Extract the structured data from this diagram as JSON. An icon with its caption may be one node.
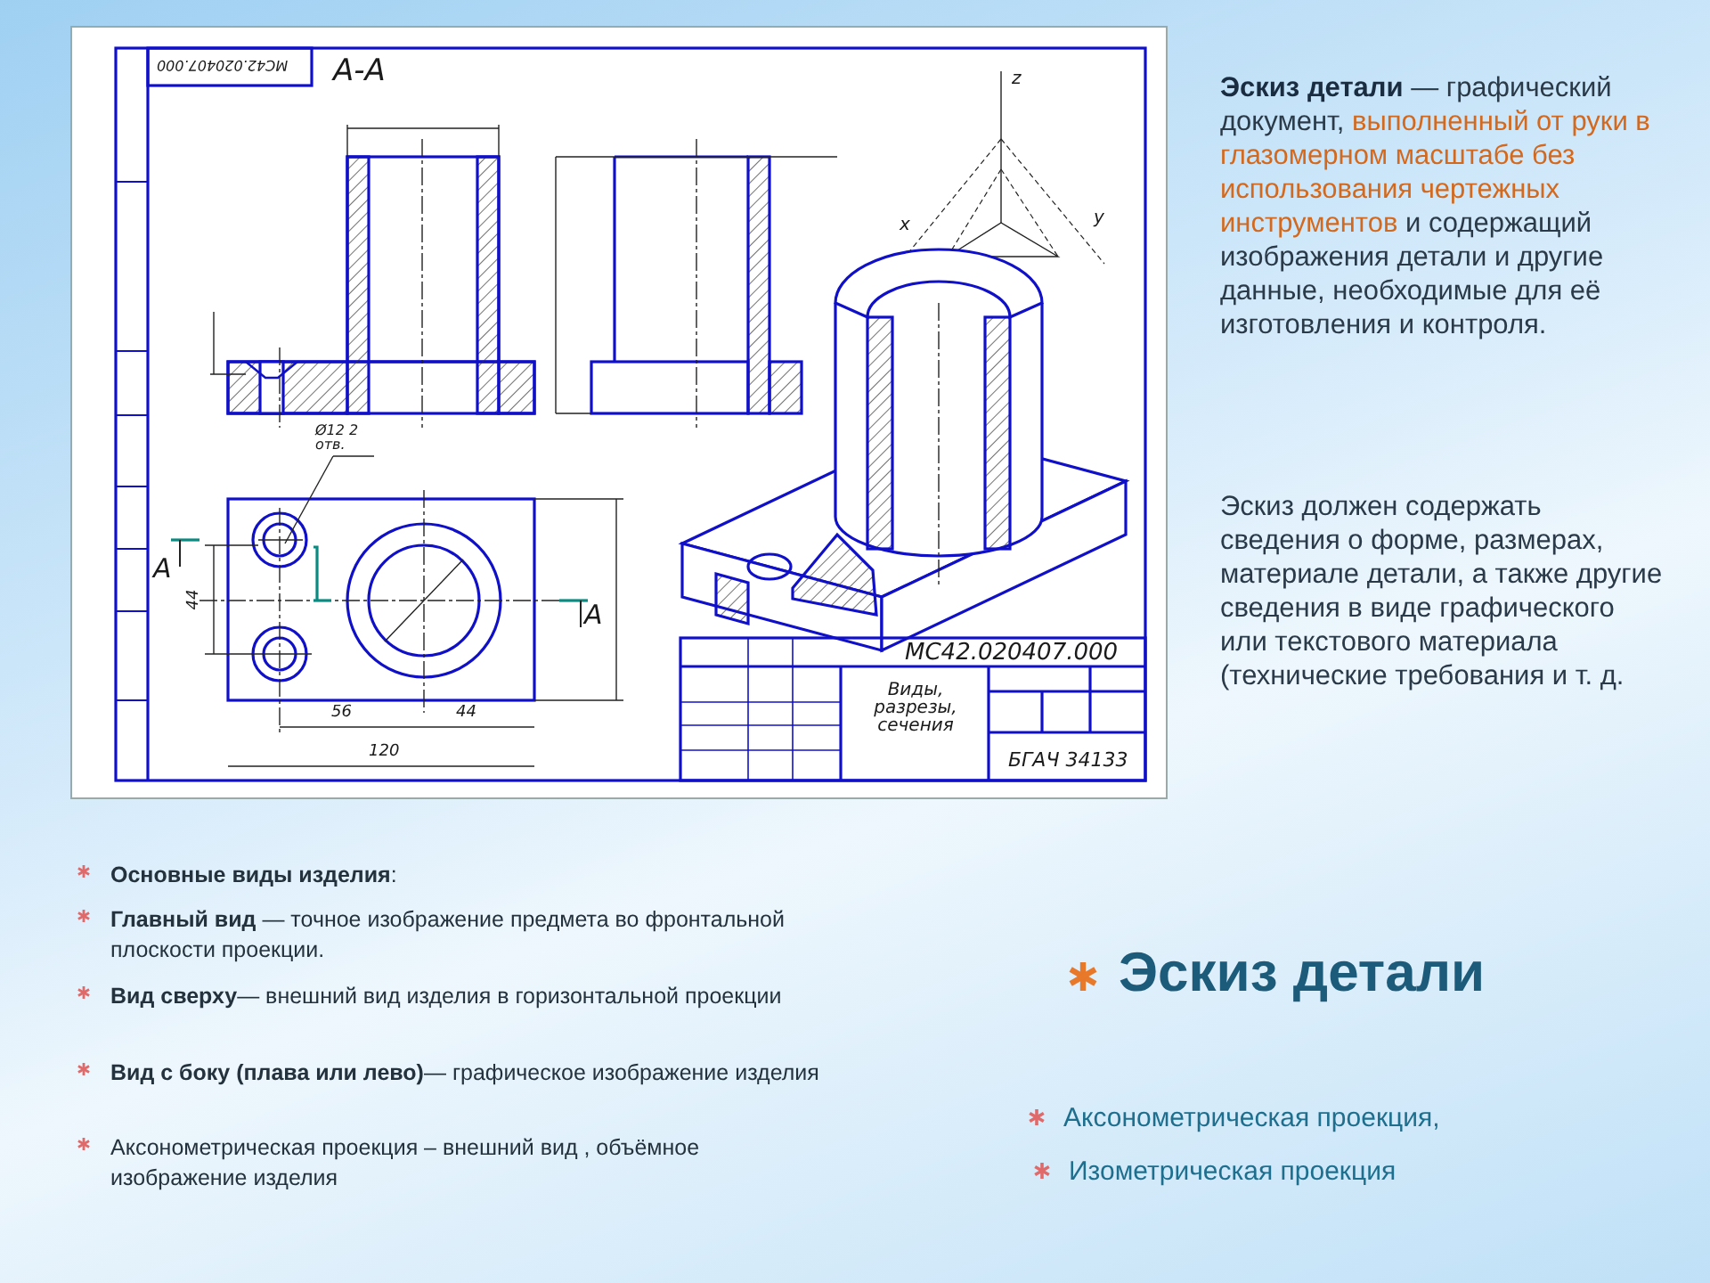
{
  "diagram": {
    "title": "Эскиз детали",
    "labels": [
      "МС42.020407.000",
      "А-А",
      "z",
      "x",
      "y",
      "Ø12 2 отв.",
      "44",
      "А",
      "А",
      "56",
      "44",
      "120",
      "МС42.020407.000",
      "Виды, разрезы, сечения",
      "БГАЧ 34133",
      "**Эскиз детали** — графический документ, *выполненный от руки в глазомерном масштабе без использования чертежных инструментов* и содержащий изображения детали и другие данные, необходимые для её изготовления и контроля.",
      "Эскиз должен содержать сведения о форме, размерах, материале детали, а также другие сведения в виде графического или текстового материала (технические требования и т. д.",
      "**Основные виды изделия**:",
      "**Главный вид** — точное изображение предмета во фронтальной  плоскости проекции.",
      "**Вид сверху**— внешний вид изделия в горизонтальной проекции",
      "**Вид с боку (плава или лево)**— графическое изображение изделия",
      "Аксонометрическая проекция – внешний вид , объёмное изображение изделия",
      "Аксонометрическая проекция,",
      "Изометрическая проекция"
    ]
  }
}
